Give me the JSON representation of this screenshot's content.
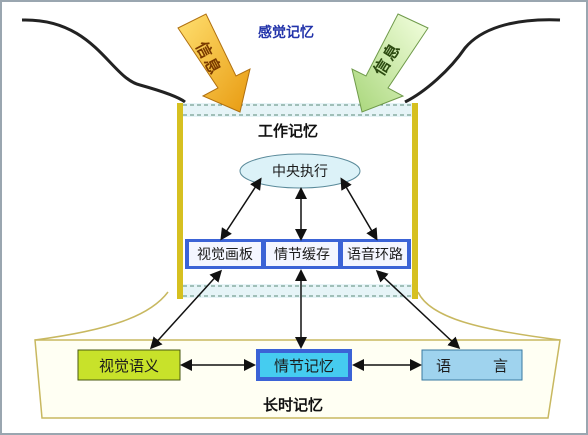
{
  "sensory_memory": "感觉记忆",
  "working_memory": "工作记忆",
  "long_term_memory": "长时记忆",
  "info_arrow_left": "信息",
  "info_arrow_right": "信息",
  "central_executive": "中央执行",
  "visuospatial_sketchpad": "视觉画板",
  "episodic_buffer": "情节缓存",
  "phonological_loop": "语音环路",
  "visual_semantics": "视觉语义",
  "episodic_ltm": "情节记忆",
  "language_char_1": "语",
  "language_char_2": "言",
  "colors": {
    "title_blue": "#2233aa",
    "left_arrow": "#f0b020",
    "right_arrow": "#c8e69c",
    "yellow_bar": "#d6c020",
    "buffer_blue": "#3b63d6",
    "visual_semantics_fill": "#c8e22a",
    "language_fill": "#9fd3ee",
    "ellipse_fill": "#dcf2f8"
  }
}
